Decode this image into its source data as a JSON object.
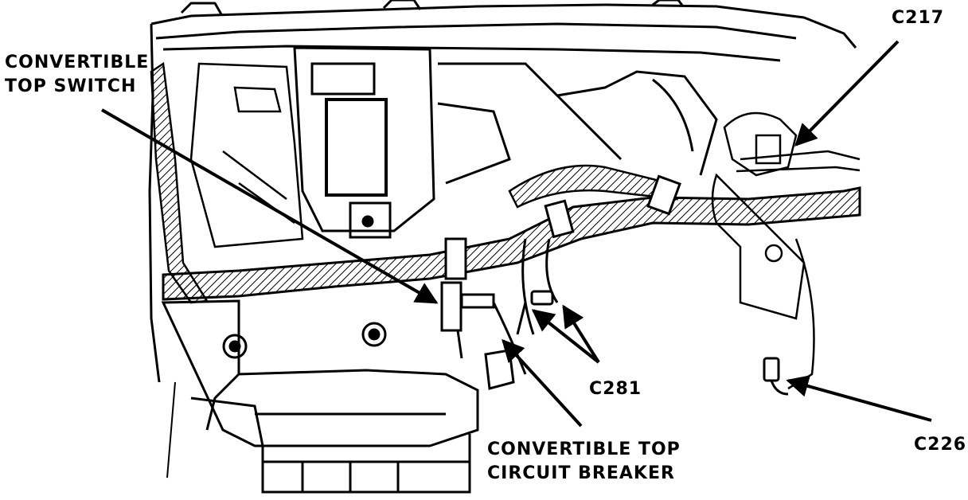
{
  "diagram": {
    "callouts": {
      "convertible_top_switch": [
        "CONVERTIBLE",
        "TOP SWITCH"
      ],
      "c217": "C217",
      "c281": "C281",
      "circuit_breaker": [
        "CONVERTIBLE TOP",
        "CIRCUIT BREAKER"
      ],
      "c226": "C226"
    },
    "colors": {
      "ink": "#000000",
      "paper": "#ffffff"
    }
  }
}
